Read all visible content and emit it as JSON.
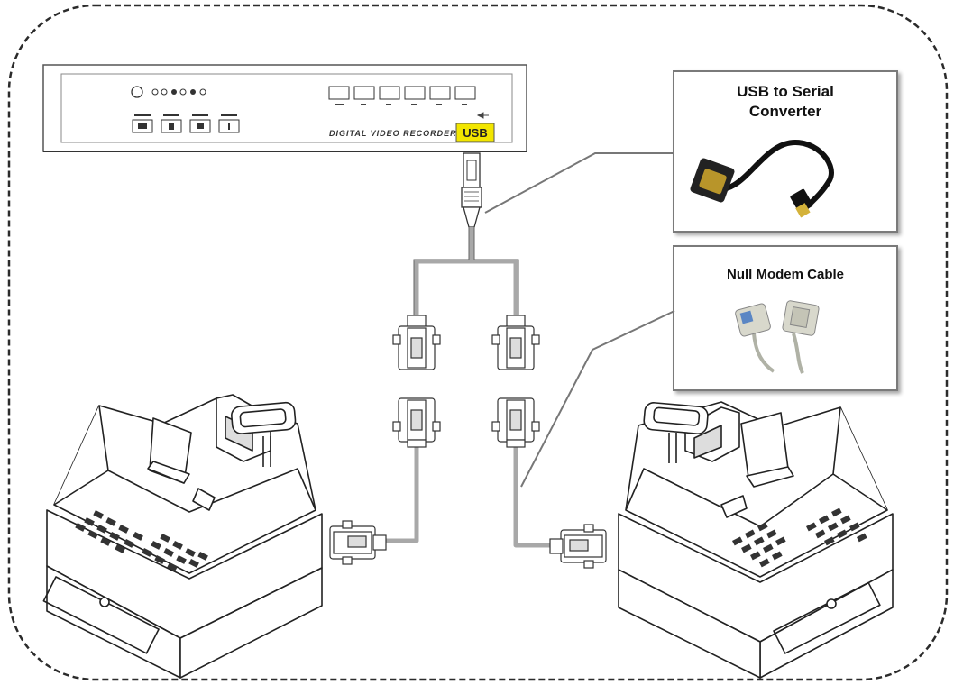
{
  "dvr": {
    "brand_text": "DIGITAL VIDEO RECORDER",
    "usb_label": "USB"
  },
  "converter_box": {
    "title_line1": "USB to Serial",
    "title_line2": "Converter"
  },
  "null_modem_box": {
    "title": "Null Modem Cable"
  },
  "colors": {
    "usb_yellow": "#f2e600",
    "cable_gray": "#a8a8a8",
    "border_dash": "#2b2b2b"
  }
}
